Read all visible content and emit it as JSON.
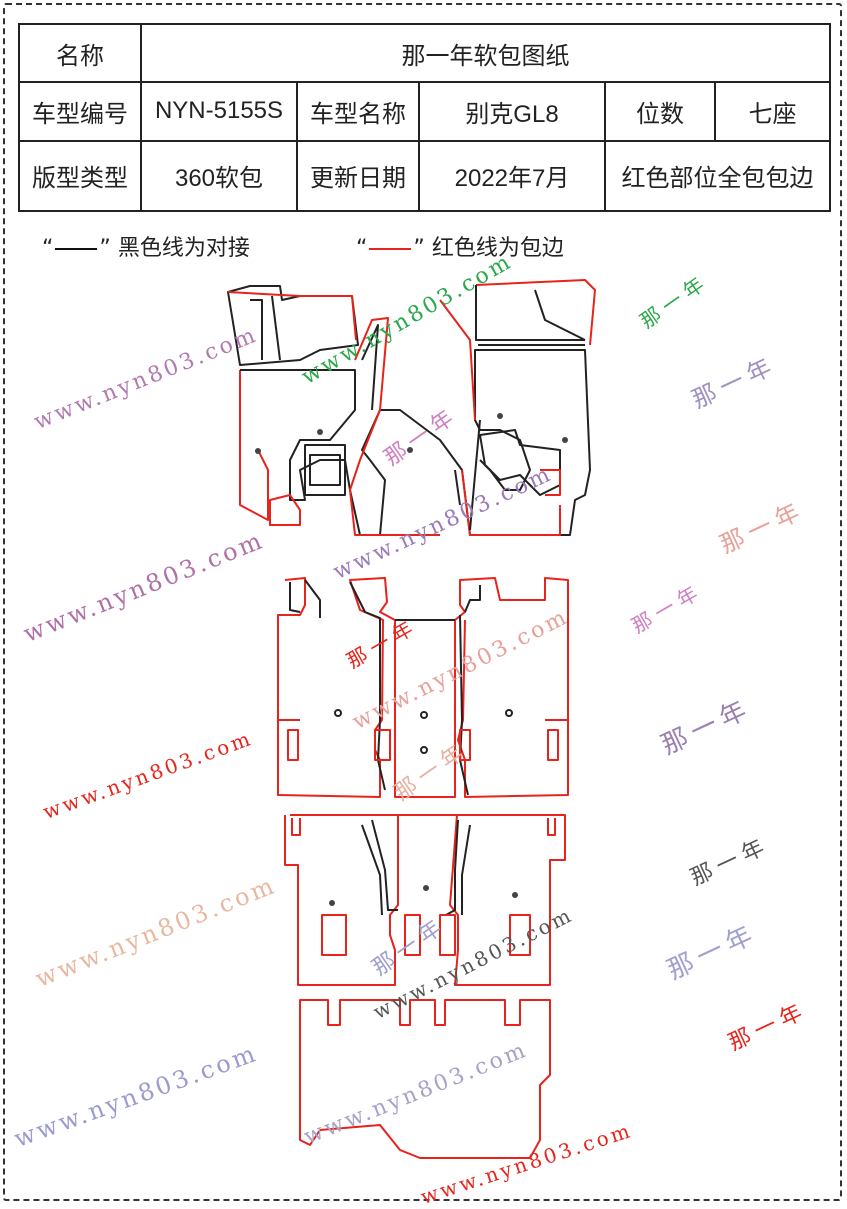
{
  "table": {
    "row1": {
      "label": "名称",
      "value": "那一年软包图纸"
    },
    "row2": {
      "code_label": "车型编号",
      "code": "NYN-5155S",
      "name_label": "车型名称",
      "name": "别克GL8",
      "seats_label": "位数",
      "seats": "七座"
    },
    "row3": {
      "type_label": "版型类型",
      "type": "360软包",
      "date_label": "更新日期",
      "date": "2022年7月",
      "note": "红色部位全包包边"
    }
  },
  "legend": {
    "black": {
      "open": "“",
      "close": "”",
      "text": "黑色线为对接"
    },
    "red": {
      "open": "“",
      "close": "”",
      "text": "红色线为包边"
    }
  },
  "colors": {
    "black_line": "#222222",
    "red_line": "#e8231b"
  },
  "watermarks": {
    "url": "www.nyn803.com",
    "brand": "那一年"
  }
}
